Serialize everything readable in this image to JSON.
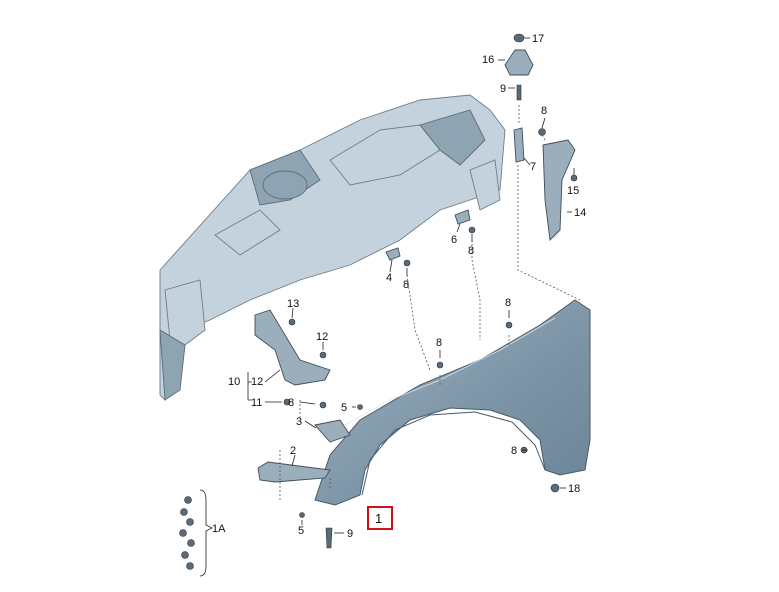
{
  "diagram": {
    "callouts": {
      "c17": "17",
      "c16": "16",
      "c9_top": "9",
      "c8_top": "8",
      "c7": "7",
      "c15": "15",
      "c14": "14",
      "c6": "6",
      "c8_b": "8",
      "c4": "4",
      "c8_c": "8",
      "c13": "13",
      "c12_a": "12",
      "c10": "10",
      "c12_b": "12",
      "c11": "11",
      "c8_d": "8",
      "c5_a": "5",
      "c3": "3",
      "c8_e": "8",
      "c8_f": "8",
      "c2": "2",
      "c8_g": "8",
      "c18": "18",
      "c1": "1",
      "c5_b": "5",
      "c9_bot": "9",
      "c1a": "1A"
    },
    "colors": {
      "part_fill": "#c3d2dc",
      "fender_fill": "#7d96a8",
      "highlight": "#d0101a"
    }
  }
}
